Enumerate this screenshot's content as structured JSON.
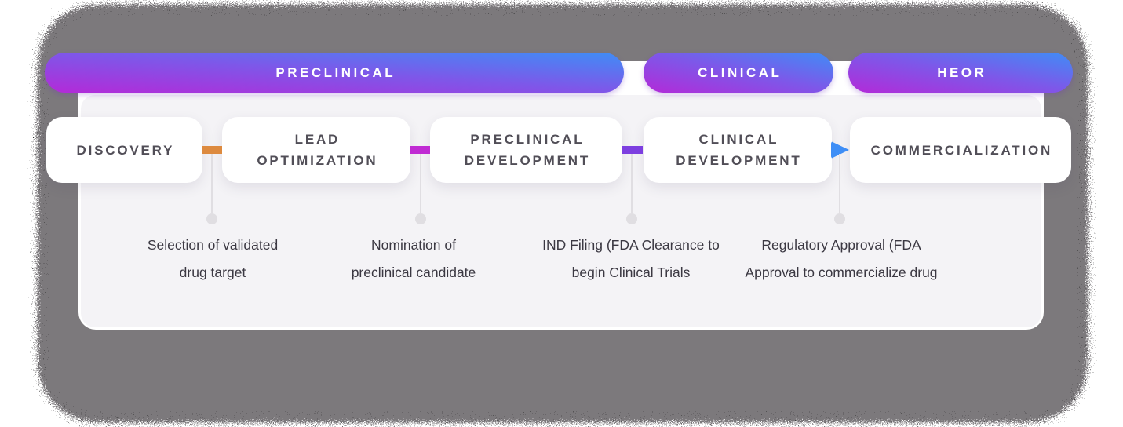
{
  "phases": [
    {
      "label": "PRECLINICAL"
    },
    {
      "label": "CLINICAL"
    },
    {
      "label": "HEOR"
    }
  ],
  "stages": [
    {
      "line1": "DISCOVERY"
    },
    {
      "line1": "LEAD",
      "line2": "OPTIMIZATION"
    },
    {
      "line1": "PRECLINICAL",
      "line2": "DEVELOPMENT"
    },
    {
      "line1": "CLINICAL",
      "line2": "DEVELOPMENT"
    },
    {
      "line1": "COMMERCIALIZATION"
    }
  ],
  "milestones": [
    {
      "line1": "Selection of validated",
      "line2": "drug target"
    },
    {
      "line1": "Nomination of",
      "line2": "preclinical candidate"
    },
    {
      "line1": "IND Filing (FDA Clearance to",
      "line2": "begin Clinical Trials"
    },
    {
      "line1": "Regulatory Approval (FDA",
      "line2": "Approval to commercialize drug"
    }
  ],
  "connectors": [
    {
      "shape": "bar",
      "color": "#dd8a3f"
    },
    {
      "shape": "bar",
      "color": "#c02bd3"
    },
    {
      "shape": "bar",
      "color": "#7d3fe0"
    },
    {
      "shape": "arrow",
      "color": "#3e8ef6"
    }
  ],
  "colors": {
    "banner_gradient_start": "#b32ad8",
    "banner_gradient_mid": "#7d58e9",
    "banner_gradient_end": "#3f8df6",
    "banner_text": "#ffffff",
    "stage_text": "#514e57",
    "milestone_text": "#3b3842",
    "panel_background": "#f4f3f6",
    "card_background": "#ffffff",
    "backdrop_gray": "#7b797b",
    "stem_gray": "#e0dee2"
  }
}
